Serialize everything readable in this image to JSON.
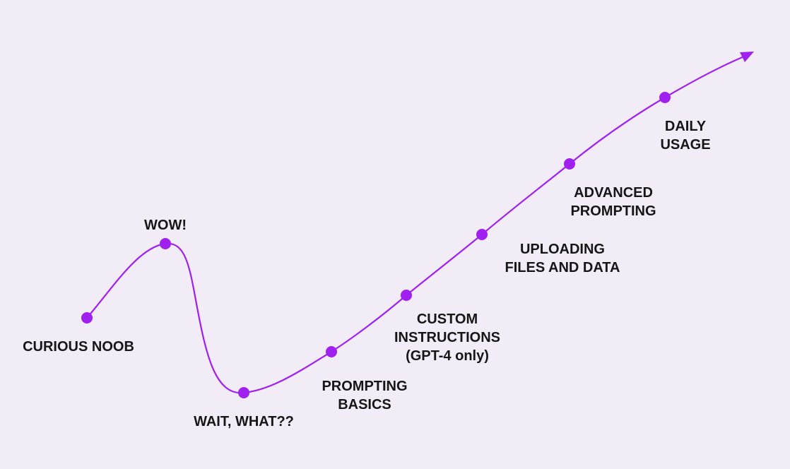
{
  "colors": {
    "background": "#f1ecf6",
    "curve": "#a020f0",
    "text": "#161616"
  },
  "stages": [
    {
      "id": "curious-noob",
      "lines": [
        "CURIOUS NOOB"
      ]
    },
    {
      "id": "wow",
      "lines": [
        "WOW!"
      ]
    },
    {
      "id": "wait-what",
      "lines": [
        "WAIT, WHAT??"
      ]
    },
    {
      "id": "prompting-basics",
      "lines": [
        "PROMPTING",
        "BASICS"
      ]
    },
    {
      "id": "custom-instructions",
      "lines": [
        "CUSTOM",
        "INSTRUCTIONS",
        "(GPT-4 only)"
      ]
    },
    {
      "id": "uploading-files",
      "lines": [
        "UPLOADING",
        "FILES AND DATA"
      ]
    },
    {
      "id": "advanced-prompting",
      "lines": [
        "ADVANCED",
        "PROMPTING"
      ]
    },
    {
      "id": "daily-usage",
      "lines": [
        "DAILY",
        "USAGE"
      ]
    }
  ]
}
